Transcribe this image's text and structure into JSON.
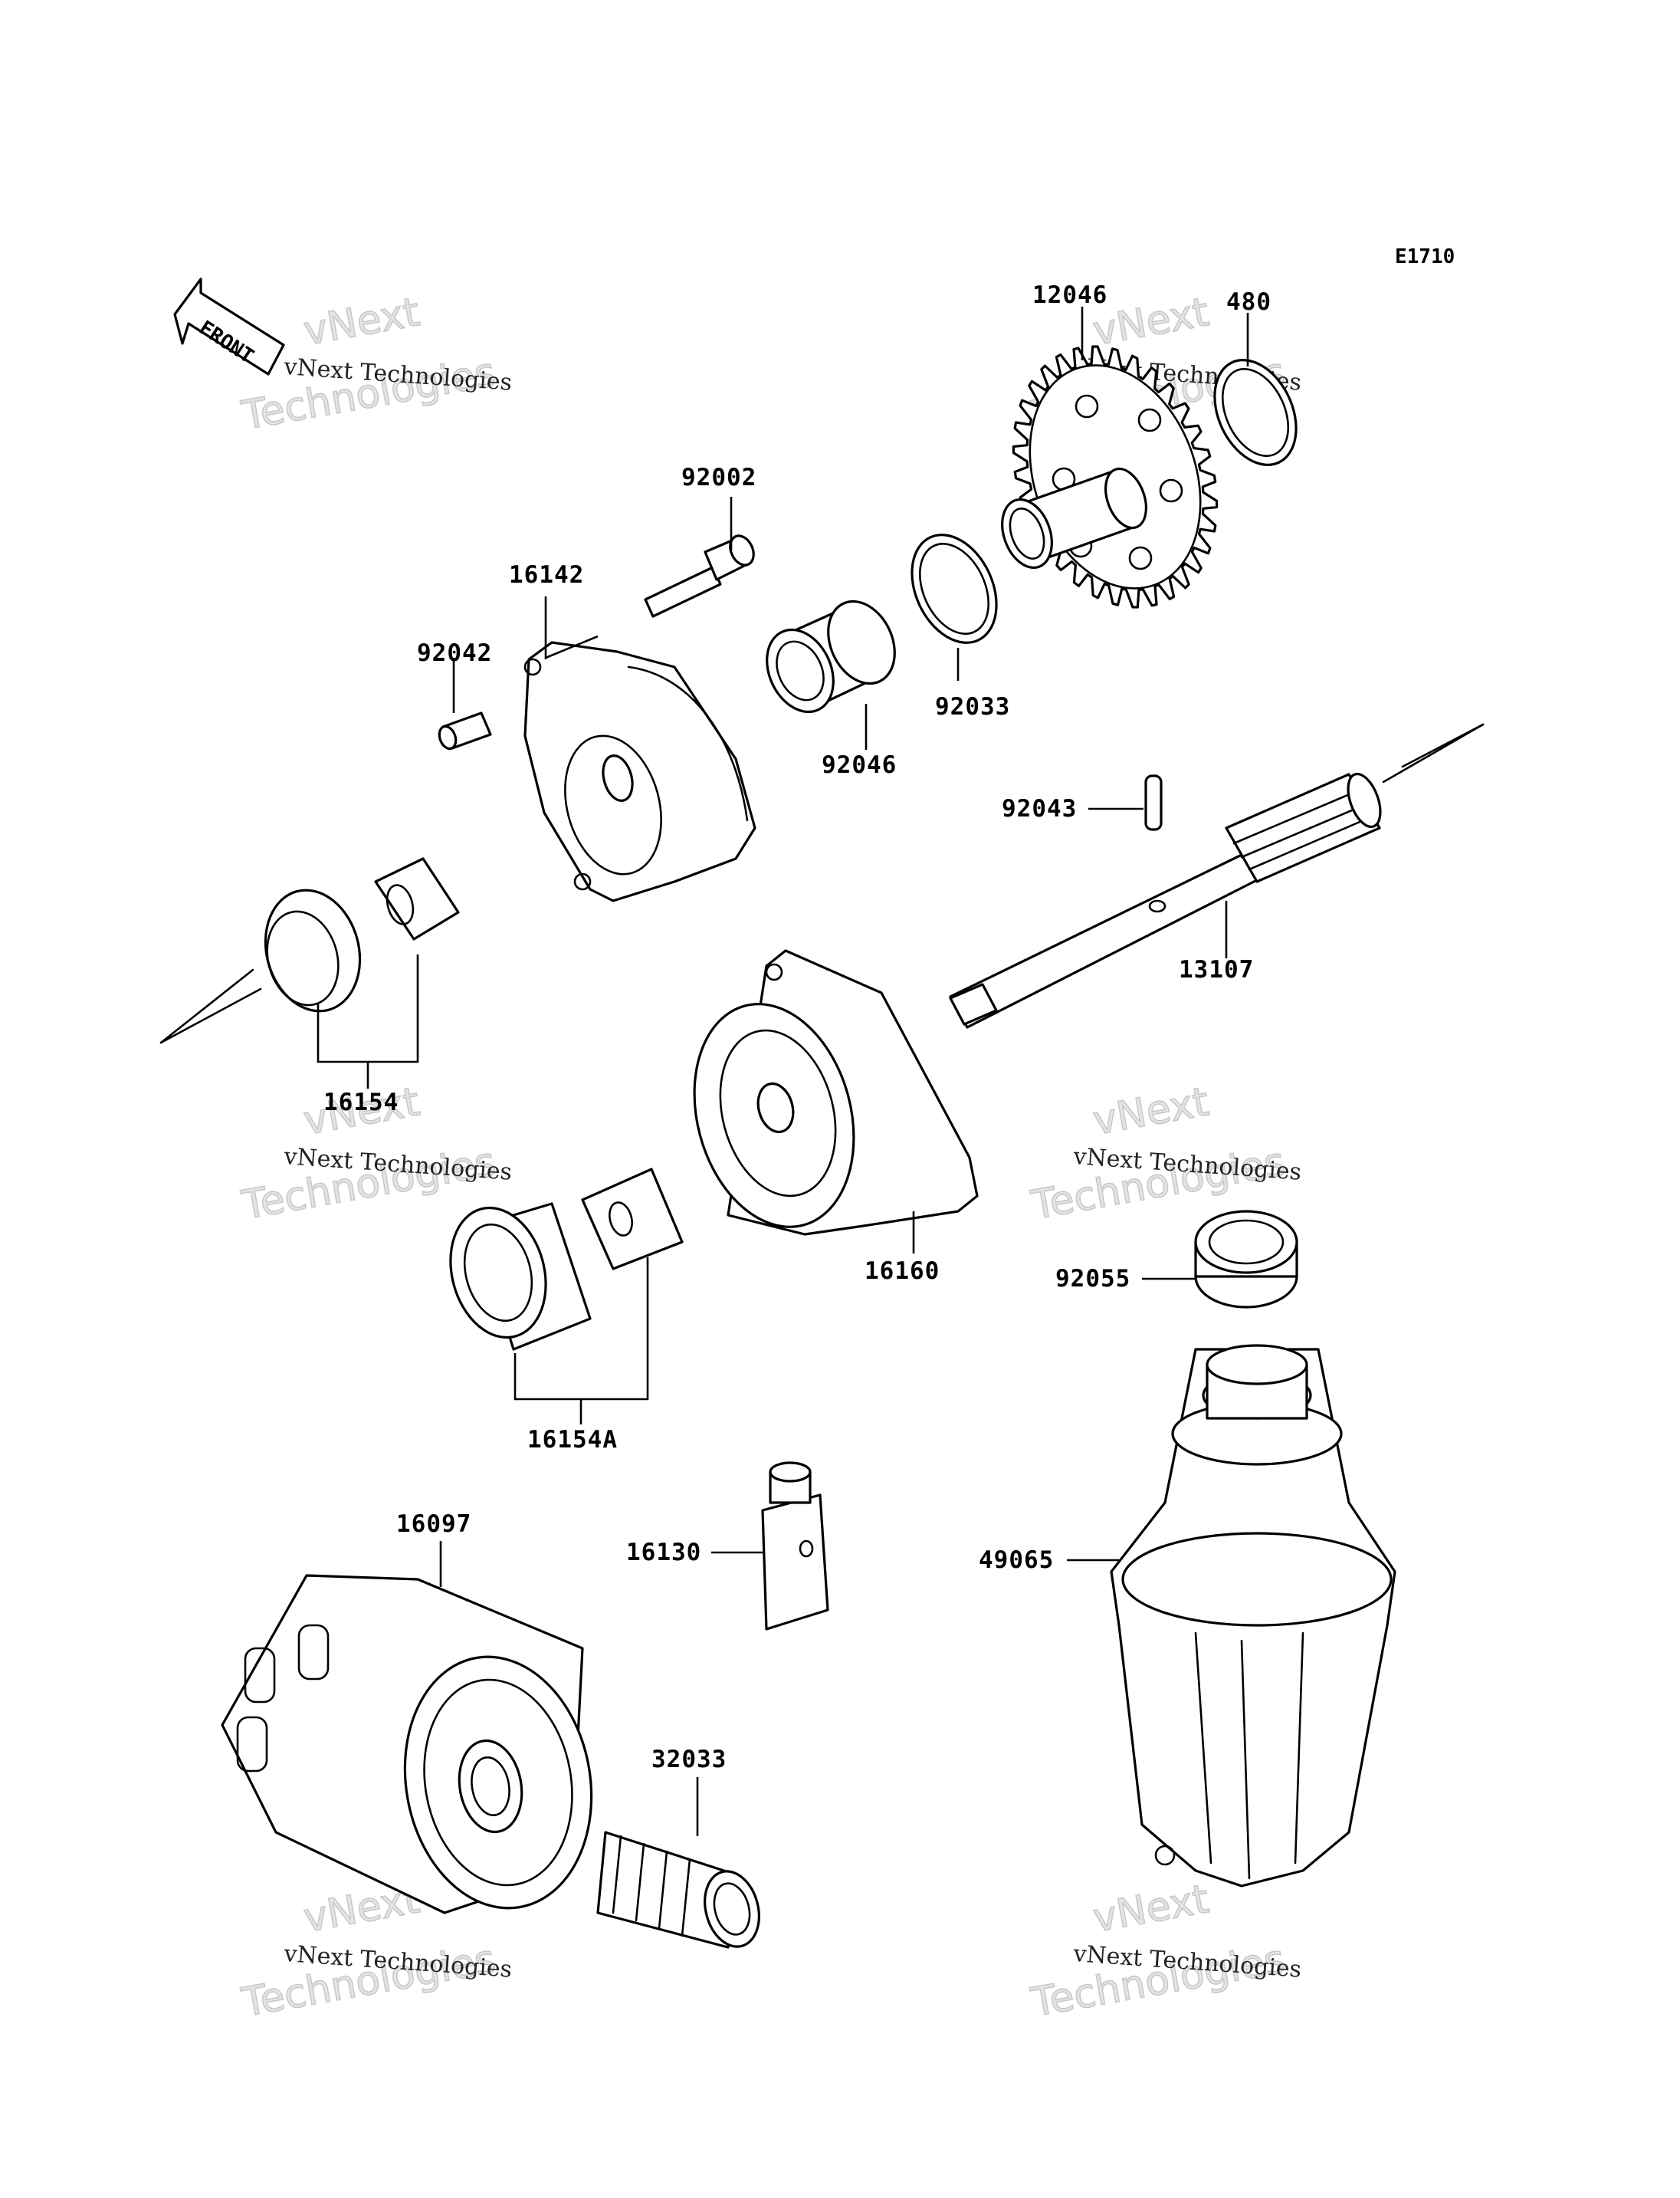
{
  "diagram_code": "E1710",
  "front_label": "FRONT",
  "watermark": {
    "line1": "vNext Technologies",
    "line2": "vNext",
    "line3": "Technologies"
  },
  "parts": {
    "p12046": "12046",
    "p480": "480",
    "p92002": "92002",
    "p16142": "16142",
    "p92042": "92042",
    "p92046": "92046",
    "p92033": "92033",
    "p92043": "92043",
    "p13107": "13107",
    "p16154": "16154",
    "p16160": "16160",
    "p92055": "92055",
    "p16154A": "16154A",
    "p16097": "16097",
    "p16130": "16130",
    "p49065": "49065",
    "p32033": "32033"
  }
}
